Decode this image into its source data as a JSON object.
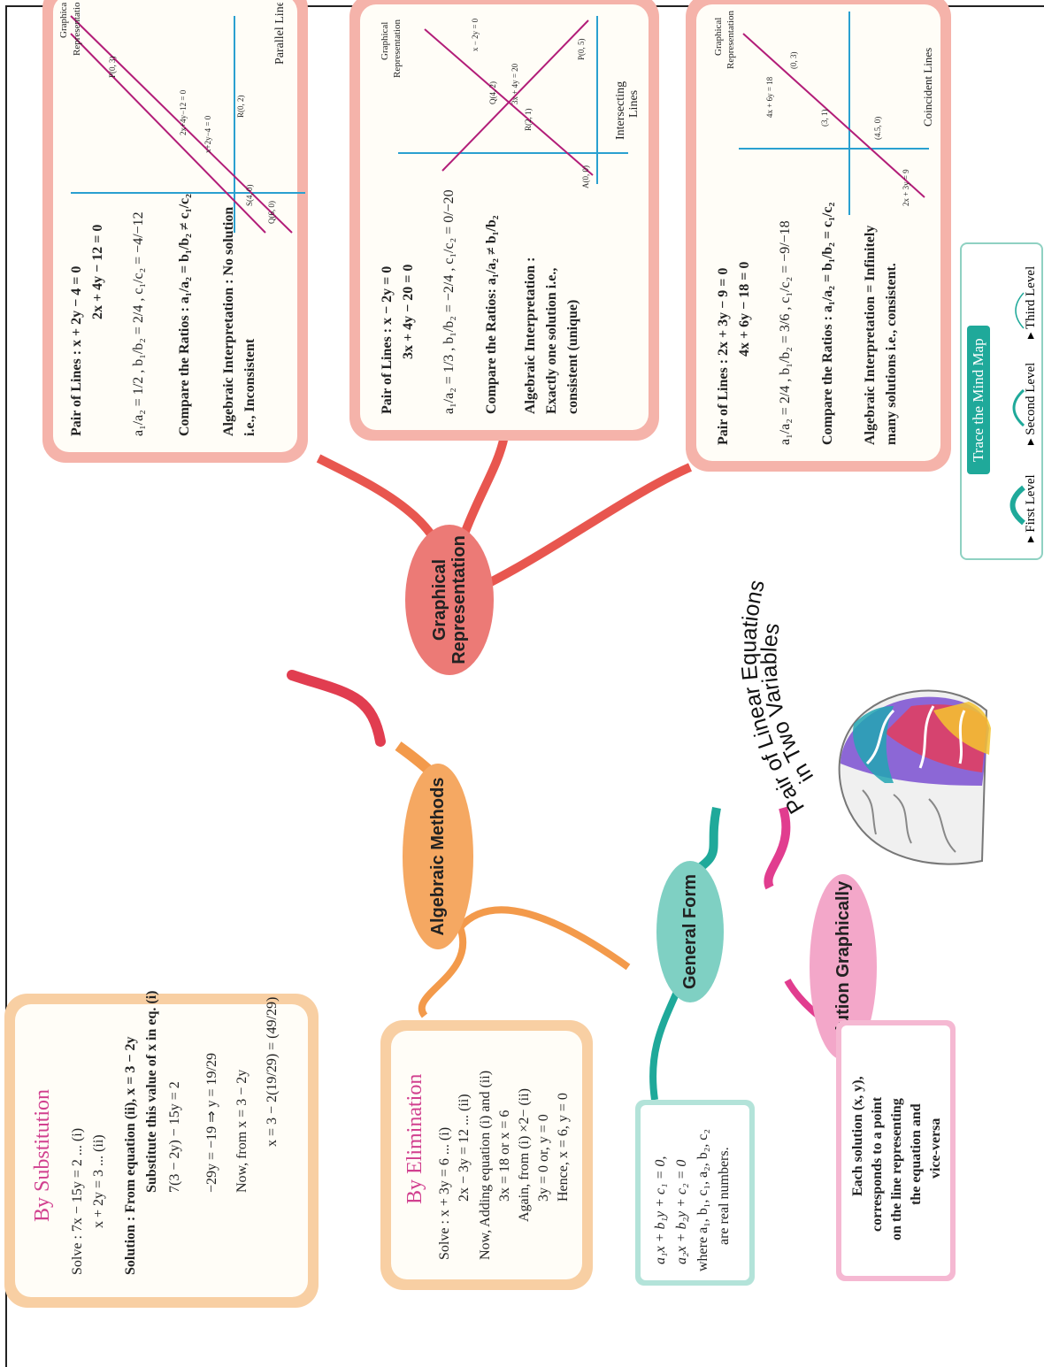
{
  "center": {
    "title_line1": "Pair of Linear Equations",
    "title_line2": "in Two Variables"
  },
  "nodes": {
    "graphical": {
      "line1": "Graphical",
      "line2": "Representation"
    },
    "algebraic": "Algebraic Methods",
    "general": "General Form",
    "solution": "Solution Graphically"
  },
  "substitution": {
    "title": "By Substitution",
    "l1": "Solve : 7x − 15y = 2          ... (i)",
    "l2": "x + 2y = 3          ... (ii)",
    "l3": "Solution : From equation (ii), x = 3 − 2y",
    "l4": "Substitute this value of x in eq. (i)",
    "l5": "7(3 − 2y) − 15y = 2",
    "l6": "−29y = −19 ⇒ y = 19/29",
    "l7": "Now, from x = 3 − 2y",
    "l8": "x = 3 − 2(19/29) = (49/29)"
  },
  "elimination": {
    "title": "By Elimination",
    "l1": "Solve :    x + 3y = 6          ... (i)",
    "l2": "2x − 3y = 12          ... (ii)",
    "l3": "Now, Adding equation (i) and (ii)",
    "l4": "3x = 18 or x = 6",
    "l5": "Again, from (i) ×2− (ii)",
    "l6": "3y = 0 or, y = 0",
    "l7": "Hence, x = 6, y = 0"
  },
  "general_form": {
    "l1": "a₁x + b₁y + c₁ = 0,",
    "l2": "a₂x + b₂y + c₂ = 0",
    "l3": "where a₁, b₁, c₁, a₂, b₂, c₂",
    "l4": "are real numbers."
  },
  "solution_graph": {
    "l1": "Each solution (x, y),",
    "l2": "corresponds to a point",
    "l3": "on the line representing",
    "l4": "the equation and",
    "l5": "vice-versa"
  },
  "parallel": {
    "l1": "Pair of Lines :    x + 2y − 4  = 0",
    "l2": "2x + 4y − 12 = 0",
    "r1": "a₁/a₂ = 1/2 , b₁/b₂ = 2/4 , c₁/c₂ = −4/−12",
    "r2": "Compare the Ratios : a₁/a₂ = b₁/b₂ ≠ c₁/c₂",
    "r3": "Algebraic Interpretation : No solution",
    "r4": "i.e., Inconsistent",
    "g_title1": "Graphical",
    "g_title2": "Representation",
    "g_caption": "Parallel Lines",
    "g_eq1": "2x+4y−12 = 0",
    "g_eq2": "x+2y−4 = 0",
    "p1": "P(0, 3)",
    "p2": "Q(6, 0)",
    "p3": "R(0, 2)",
    "p4": "S(4, 0)"
  },
  "intersecting": {
    "l1": "Pair of Lines : x − 2y = 0",
    "l2": "3x + 4y − 20 = 0",
    "r1": "a₁/a₂ = 1/3 , b₁/b₂ = −2/4 , c₁/c₂ = 0/−20",
    "r2": "Compare the Ratios: a₁/a₂ ≠ b₁/b₂",
    "r3": "Algebraic Interpretation :",
    "r4": "Exactly one solution i.e.,",
    "r5": "consistent (unique)",
    "g_title1": "Graphical",
    "g_title2": "Representation",
    "g_caption1": "Intersecting",
    "g_caption2": "Lines",
    "g_eq1": "3x + 4y = 20",
    "g_eq2": "x − 2y = 0",
    "p1": "P(0, 5)",
    "p2": "Q(4, 2)",
    "p3": "R(2, 1)",
    "p4": "A(0, 0)"
  },
  "coincident": {
    "l1": "Pair of Lines : 2x + 3y − 9  = 0",
    "l2": "4x + 6y − 18 = 0",
    "r1": "a₁/a₂ = 2/4 , b₁/b₂ = 3/6 , c₁/c₂ = −9/−18",
    "r2": "Compare the Ratios : a₁/a₂ = b₁/b₂ = c₁/c₂",
    "r3": "Algebraic Interpretation = Infinitely",
    "r4": "many solutions i.e., consistent.",
    "g_title1": "Graphical",
    "g_title2": "Representation",
    "g_caption": "Coincident Lines",
    "g_eq1": "2x + 3y = 9",
    "g_eq2": "4x + 6y = 18",
    "p1": "(0, 3)",
    "p2": "(3, 1)",
    "p3": "(4.5, 0)"
  },
  "legend": {
    "title": "Trace the Mind Map",
    "first": "First Level",
    "second": "Second Level",
    "third": "Third Level"
  },
  "colors": {
    "graphical": "#e8564f",
    "graphical_node": "#ec7a76",
    "algebraic": "#f39a4b",
    "algebraic_node": "#f5a862",
    "general": "#1fa99a",
    "general_node": "#7fd0c3",
    "solution": "#e13d8f",
    "solution_node": "#f3a7c9",
    "card_red": "#f5b3aa",
    "card_orange": "#f8cfa3",
    "card_teal": "#b3e3d9",
    "card_pink": "#f5b8d2",
    "title_pink": "#d1408f"
  }
}
